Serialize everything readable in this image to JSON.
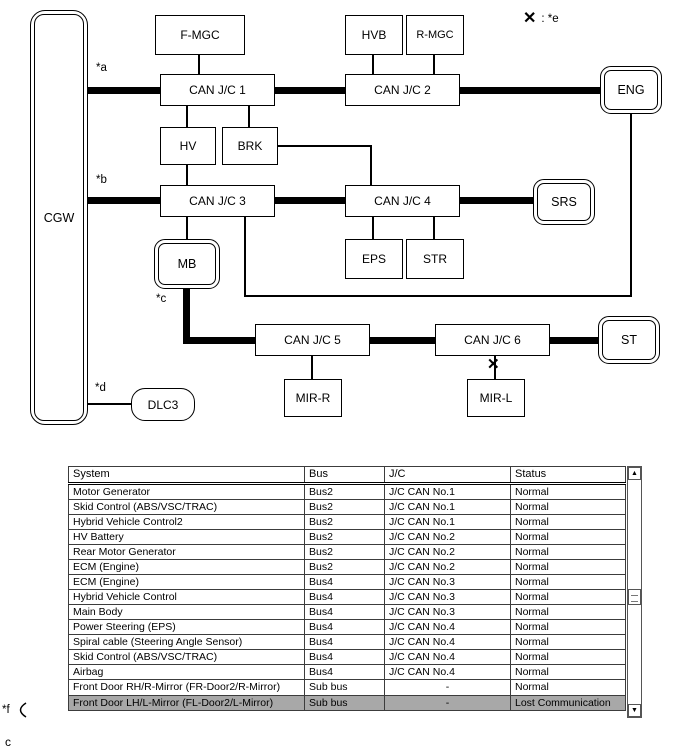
{
  "diagram": {
    "legend": {
      "mark": "✕",
      "label": ": *e"
    },
    "markers": {
      "a": "*a",
      "b": "*b",
      "c": "*c",
      "d": "*d",
      "f": "*f"
    },
    "nodes": {
      "cgw": "CGW",
      "fmgc": "F-MGC",
      "hvb": "HVB",
      "rmgc": "R-MGC",
      "jc1": "CAN J/C 1",
      "jc2": "CAN J/C 2",
      "eng": "ENG",
      "hv": "HV",
      "brk": "BRK",
      "jc3": "CAN J/C 3",
      "jc4": "CAN J/C 4",
      "srs": "SRS",
      "mb": "MB",
      "eps": "EPS",
      "str": "STR",
      "jc5": "CAN J/C 5",
      "jc6": "CAN J/C 6",
      "st": "ST",
      "mirr": "MIR-R",
      "mirl": "MIR-L",
      "dlc3": "DLC3"
    }
  },
  "table": {
    "headers": [
      "System",
      "Bus",
      "J/C",
      "Status"
    ],
    "rows": [
      {
        "system": "Motor Generator",
        "bus": "Bus2",
        "jc": "J/C CAN No.1",
        "status": "Normal",
        "highlight": false
      },
      {
        "system": "Skid Control (ABS/VSC/TRAC)",
        "bus": "Bus2",
        "jc": "J/C CAN No.1",
        "status": "Normal",
        "highlight": false
      },
      {
        "system": "Hybrid Vehicle Control2",
        "bus": "Bus2",
        "jc": "J/C CAN No.1",
        "status": "Normal",
        "highlight": false
      },
      {
        "system": "HV Battery",
        "bus": "Bus2",
        "jc": "J/C CAN No.2",
        "status": "Normal",
        "highlight": false
      },
      {
        "system": "Rear Motor Generator",
        "bus": "Bus2",
        "jc": "J/C CAN No.2",
        "status": "Normal",
        "highlight": false
      },
      {
        "system": "ECM (Engine)",
        "bus": "Bus2",
        "jc": "J/C CAN No.2",
        "status": "Normal",
        "highlight": false
      },
      {
        "system": "ECM (Engine)",
        "bus": "Bus4",
        "jc": "J/C CAN No.3",
        "status": "Normal",
        "highlight": false
      },
      {
        "system": "Hybrid Vehicle Control",
        "bus": "Bus4",
        "jc": "J/C CAN No.3",
        "status": "Normal",
        "highlight": false
      },
      {
        "system": "Main Body",
        "bus": "Bus4",
        "jc": "J/C CAN No.3",
        "status": "Normal",
        "highlight": false
      },
      {
        "system": "Power Steering (EPS)",
        "bus": "Bus4",
        "jc": "J/C CAN No.4",
        "status": "Normal",
        "highlight": false
      },
      {
        "system": "Spiral cable (Steering Angle Sensor)",
        "bus": "Bus4",
        "jc": "J/C CAN No.4",
        "status": "Normal",
        "highlight": false
      },
      {
        "system": "Skid Control (ABS/VSC/TRAC)",
        "bus": "Bus4",
        "jc": "J/C CAN No.4",
        "status": "Normal",
        "highlight": false
      },
      {
        "system": "Airbag",
        "bus": "Bus4",
        "jc": "J/C CAN No.4",
        "status": "Normal",
        "highlight": false
      },
      {
        "system": "Front Door RH/R-Mirror (FR-Door2/R-Mirror)",
        "bus": "Sub bus",
        "jc": "-",
        "status": "Normal",
        "highlight": false
      },
      {
        "system": "Front Door LH/L-Mirror (FL-Door2/L-Mirror)",
        "bus": "Sub bus",
        "jc": "-",
        "status": "Lost Communication",
        "highlight": true
      }
    ]
  },
  "scrollbar": {
    "up": "▲",
    "down": "▼"
  },
  "caption": "c",
  "colors": {
    "highlight_row": "#a8a8a8",
    "line": "#000000"
  }
}
